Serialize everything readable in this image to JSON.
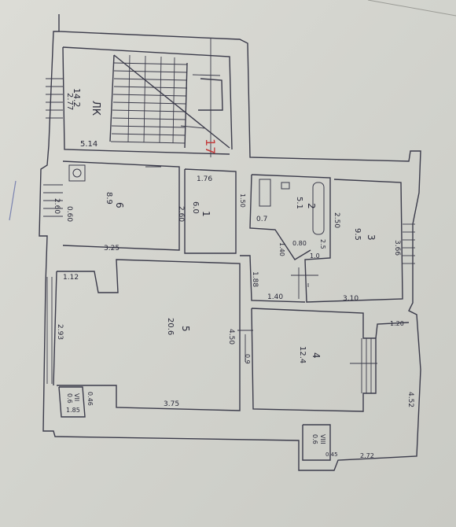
{
  "plan": {
    "stair_label": "ЛК",
    "stair_area": "14.2",
    "stair_width": "2.77",
    "stair_length": "5.14",
    "red_mark": "17",
    "rooms": [
      {
        "no": "1",
        "area": "6.0"
      },
      {
        "no": "2",
        "area": "5.1"
      },
      {
        "no": "3",
        "area": "9.5"
      },
      {
        "no": "4",
        "area": "12.4"
      },
      {
        "no": "5",
        "area": "20.6"
      },
      {
        "no": "6",
        "area": "8.9"
      },
      {
        "no": "VII",
        "area": "0.6"
      },
      {
        "no": "VIII",
        "area": "0.6"
      }
    ],
    "dims": [
      "1.76",
      "1.50",
      "0.7",
      "2.60",
      "2.60",
      "0.60",
      "3.25",
      "1.40",
      "1.0",
      "0.80",
      "2.5",
      "2.50",
      "3.66",
      "1.88",
      "1.40",
      "3.10",
      "1.12",
      "2.93",
      "4.50",
      "0.9",
      "3.75",
      "1.85",
      "0.46",
      "1.20",
      "4.52",
      "2.72",
      "0.45"
    ]
  }
}
